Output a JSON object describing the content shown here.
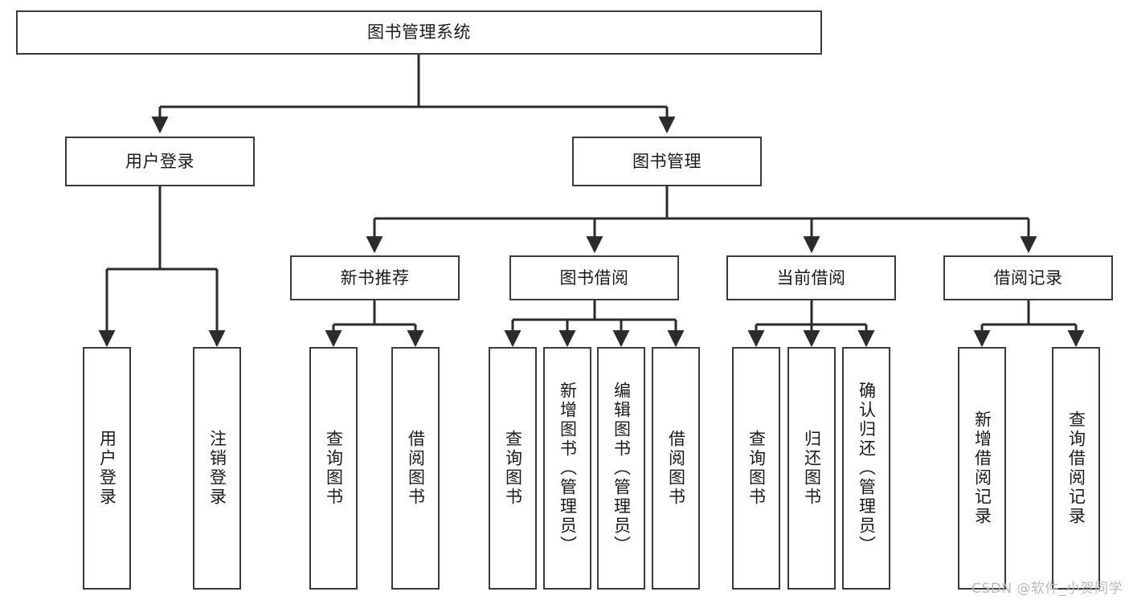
{
  "diagram": {
    "type": "tree",
    "title": "图书管理系统",
    "watermark": "CSDN @软件_小贺同学",
    "colors": {
      "box_border": "#3a3a3a",
      "box_fill": "#ffffff",
      "connector": "#2b2b2b",
      "text": "#1a1a1a",
      "watermark": "#b9b9b9",
      "background": "#ffffff"
    },
    "root": {
      "label": "图书管理系统",
      "orientation": "horizontal"
    },
    "level2": [
      {
        "label": "用户登录",
        "orientation": "horizontal"
      },
      {
        "label": "图书管理",
        "orientation": "horizontal"
      }
    ],
    "level3": [
      {
        "label": "新书推荐",
        "orientation": "horizontal"
      },
      {
        "label": "图书借阅",
        "orientation": "horizontal"
      },
      {
        "label": "当前借阅",
        "orientation": "horizontal"
      },
      {
        "label": "借阅记录",
        "orientation": "horizontal"
      }
    ],
    "leaves": {
      "用户登录": [
        {
          "label": "用户登录",
          "orientation": "vertical"
        },
        {
          "label": "注销登录",
          "orientation": "vertical"
        }
      ],
      "新书推荐": [
        {
          "label": "查询图书",
          "orientation": "vertical"
        },
        {
          "label": "借阅图书",
          "orientation": "vertical"
        }
      ],
      "图书借阅": [
        {
          "label": "查询图书",
          "orientation": "vertical"
        },
        {
          "label": "新增图书（管理员）",
          "orientation": "vertical"
        },
        {
          "label": "编辑图书（管理员）",
          "orientation": "vertical"
        },
        {
          "label": "借阅图书",
          "orientation": "vertical"
        }
      ],
      "当前借阅": [
        {
          "label": "查询图书",
          "orientation": "vertical"
        },
        {
          "label": "归还图书",
          "orientation": "vertical"
        },
        {
          "label": "确认归还（管理员）",
          "orientation": "vertical"
        }
      ],
      "借阅记录": [
        {
          "label": "新增借阅记录",
          "orientation": "vertical"
        },
        {
          "label": "查询借阅记录",
          "orientation": "vertical"
        }
      ]
    },
    "nodes": {
      "root": {
        "label": "图书管理系统"
      },
      "user_login": {
        "label": "用户登录"
      },
      "book_manage": {
        "label": "图书管理"
      },
      "new_book_rec": {
        "label": "新书推荐"
      },
      "book_borrow": {
        "label": "图书借阅"
      },
      "current_borrow": {
        "label": "当前借阅"
      },
      "borrow_record": {
        "label": "借阅记录"
      },
      "leaf_user_login": {
        "label": "用户登录"
      },
      "leaf_user_logout": {
        "label": "注销登录"
      },
      "leaf_nbr_query": {
        "label": "查询图书"
      },
      "leaf_nbr_borrow": {
        "label": "借阅图书"
      },
      "leaf_bb_query": {
        "label": "查询图书"
      },
      "leaf_bb_add": {
        "label": "新增图书（管理员）"
      },
      "leaf_bb_edit": {
        "label": "编辑图书（管理员）"
      },
      "leaf_bb_borrow": {
        "label": "借阅图书"
      },
      "leaf_cb_query": {
        "label": "查询图书"
      },
      "leaf_cb_return": {
        "label": "归还图书"
      },
      "leaf_cb_confirm": {
        "label": "确认归还（管理员）"
      },
      "leaf_br_add": {
        "label": "新增借阅记录"
      },
      "leaf_br_query": {
        "label": "查询借阅记录"
      }
    }
  }
}
